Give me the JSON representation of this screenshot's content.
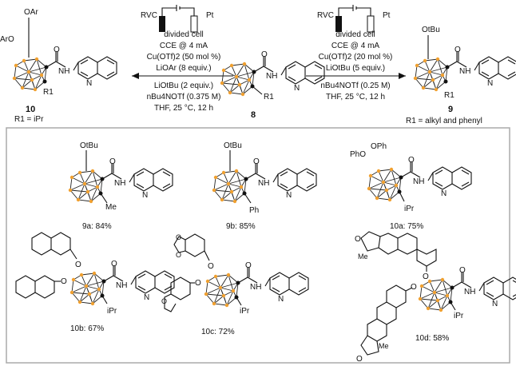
{
  "scheme": {
    "left_conditions": {
      "electrode_anode": "RVC",
      "electrode_cathode": "Pt",
      "lines": [
        "divided cell",
        "CCE @ 4 mA",
        "Cu(OTf)2 (50 mol %)",
        "LiOAr (8 equiv.)",
        "LiOtBu (2 equiv.)",
        "nBu4NOTf (0.375 M)",
        "THF, 25 °C, 12 h"
      ]
    },
    "right_conditions": {
      "electrode_anode": "RVC",
      "electrode_cathode": "Pt",
      "lines": [
        "divided cell",
        "CCE @ 4 mA",
        "Cu(OTf)2 (20 mol %)",
        "LiOtBu (5 equiv.)",
        "nBu4NOTf (0.25 M)",
        "THF, 25 °C, 12 h"
      ]
    },
    "start_compound": {
      "number": "8",
      "r_label": "R1"
    },
    "left_product": {
      "number": "10",
      "r_note": "R1 = iPr",
      "substituents": [
        "OAr",
        "ArO"
      ]
    },
    "right_product": {
      "number": "9",
      "r_note": "R1 = alkyl and phenyl",
      "substituents": [
        "OtBu"
      ]
    },
    "products": [
      {
        "id": "9a",
        "yield": "84%",
        "label": "9a: 84%",
        "subst": "Me",
        "oxy": "OtBu"
      },
      {
        "id": "9b",
        "yield": "85%",
        "label": "9b: 85%",
        "subst": "Ph",
        "oxy": "OtBu"
      },
      {
        "id": "10a",
        "yield": "75%",
        "label": "10a: 75%",
        "subst": "iPr",
        "oxy": "OPh"
      },
      {
        "id": "10b",
        "yield": "67%",
        "label": "10b: 67%",
        "subst": "iPr",
        "oxy": "O-2-naphthyl"
      },
      {
        "id": "10c",
        "yield": "72%",
        "label": "10c: 72%",
        "subst": "iPr",
        "oxy": "O-sesamol"
      },
      {
        "id": "10d",
        "yield": "58%",
        "label": "10d: 58%",
        "subst": "iPr",
        "oxy": "O-estrone"
      }
    ],
    "common": {
      "nh": "NH",
      "n": "N",
      "o": "O",
      "me": "Me",
      "phO": "PhO",
      "ph_o": "OPh"
    }
  }
}
